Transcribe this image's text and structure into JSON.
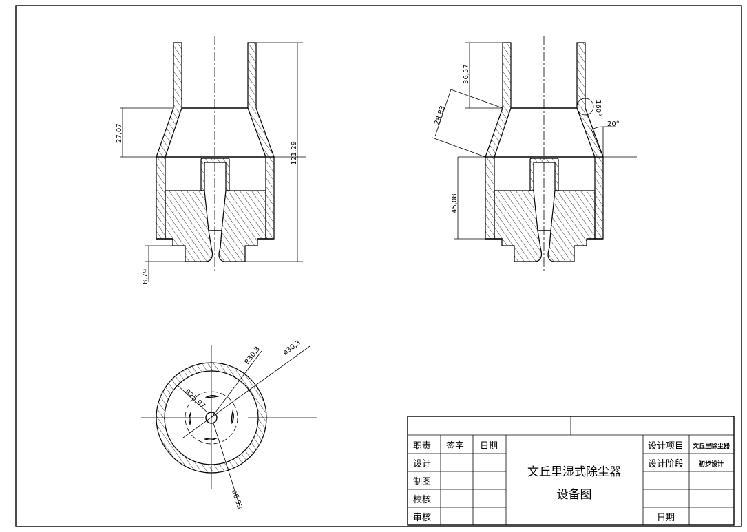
{
  "drawing": {
    "front_view_dimensions": {
      "cone_height": "27,07",
      "total_height": "121,29",
      "step_height": "8,79"
    },
    "section_view_dimensions": {
      "pipe_height": "36,57",
      "cone_slant": "28,83",
      "body_height": "45,08",
      "arc_angle": "160°",
      "cone_angle": "20°"
    },
    "top_view_dimensions": {
      "outer_radius": "R30,3",
      "outer_diameter": "ø30,3",
      "inner_radius": "R25,97",
      "hub_diameter": "ø6,93"
    }
  },
  "title_block": {
    "headers": {
      "role": "职责",
      "signature": "签字",
      "date": "日期"
    },
    "roles": [
      "设计",
      "制图",
      "校核",
      "审核"
    ],
    "title_line1": "文丘里湿式除尘器",
    "title_line2": "设备图",
    "project_label": "设计项目",
    "project_value": "文丘里除尘器",
    "stage_label": "设计阶段",
    "stage_value": "初步设计",
    "date_label": "日期"
  }
}
